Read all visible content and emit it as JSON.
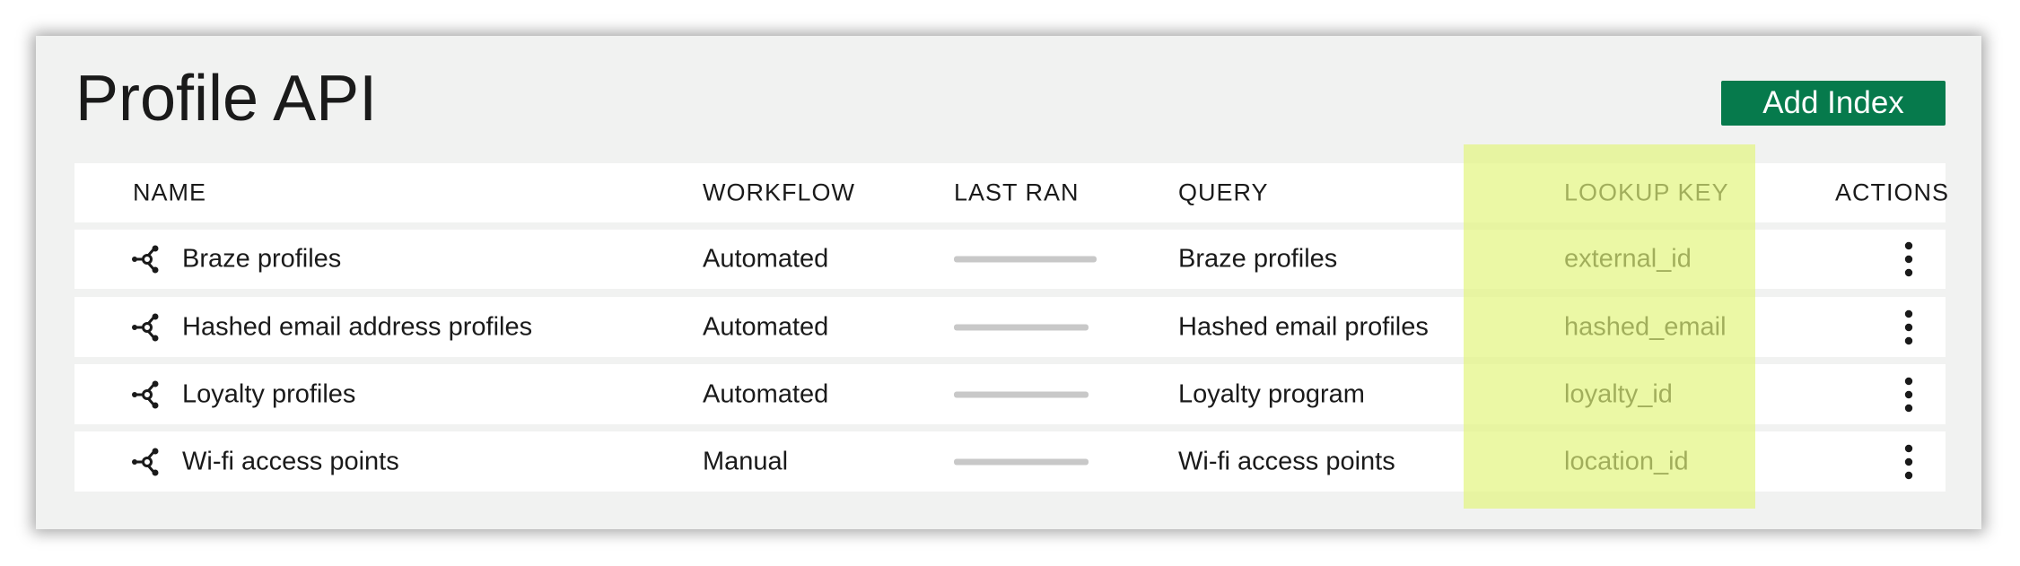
{
  "page": {
    "title": "Profile API",
    "add_button_label": "Add Index"
  },
  "table": {
    "columns": [
      "NAME",
      "WORKFLOW",
      "LAST RAN",
      "QUERY",
      "LOOKUP KEY",
      "ACTIONS"
    ],
    "rows": [
      {
        "name": "Braze profiles",
        "workflow": "Automated",
        "query": "Braze profiles",
        "lookup_key": "external_id"
      },
      {
        "name": "Hashed email address profiles",
        "workflow": "Automated",
        "query": "Hashed email profiles",
        "lookup_key": "hashed_email"
      },
      {
        "name": "Loyalty profiles",
        "workflow": "Automated",
        "query": "Loyalty program",
        "lookup_key": "loyalty_id"
      },
      {
        "name": "Wi-fi access points",
        "workflow": "Manual",
        "query": "Wi-fi access points",
        "lookup_key": "location_id"
      }
    ]
  },
  "icons": {
    "row_icon": "network-node-icon",
    "actions_icon": "kebab-menu-icon"
  },
  "colors": {
    "accent": "#067a4c",
    "highlight": "#e2f57a"
  }
}
